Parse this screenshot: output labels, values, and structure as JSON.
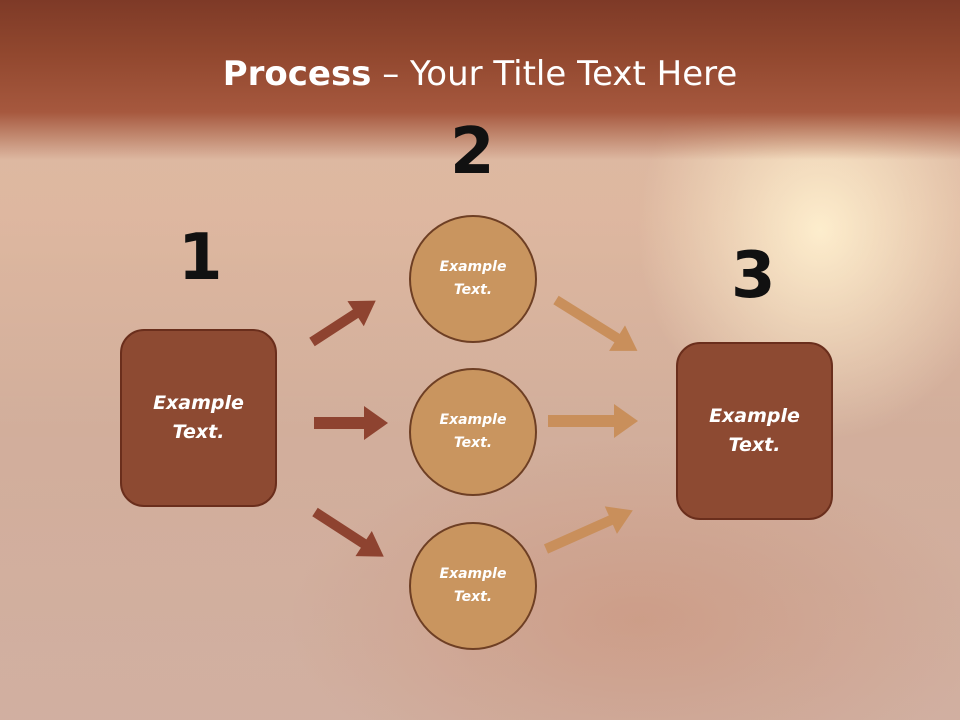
{
  "title": {
    "bold": "Process",
    "rest": " – Your Title Text Here"
  },
  "steps": [
    {
      "number": "1",
      "label_line1": "Example",
      "label_line2": "Text."
    },
    {
      "number": "2"
    },
    {
      "number": "3",
      "label_line1": "Example",
      "label_line2": "Text."
    }
  ],
  "circles": [
    {
      "label_line1": "Example",
      "label_line2": "Text."
    },
    {
      "label_line1": "Example",
      "label_line2": "Text."
    },
    {
      "label_line1": "Example",
      "label_line2": "Text."
    }
  ],
  "colors": {
    "title_band": "#8b4430",
    "box_fill": "#8d4a32",
    "circle_fill": "#c9955f",
    "arrow_left": "#8e4330",
    "arrow_right": "#c98f5b"
  }
}
